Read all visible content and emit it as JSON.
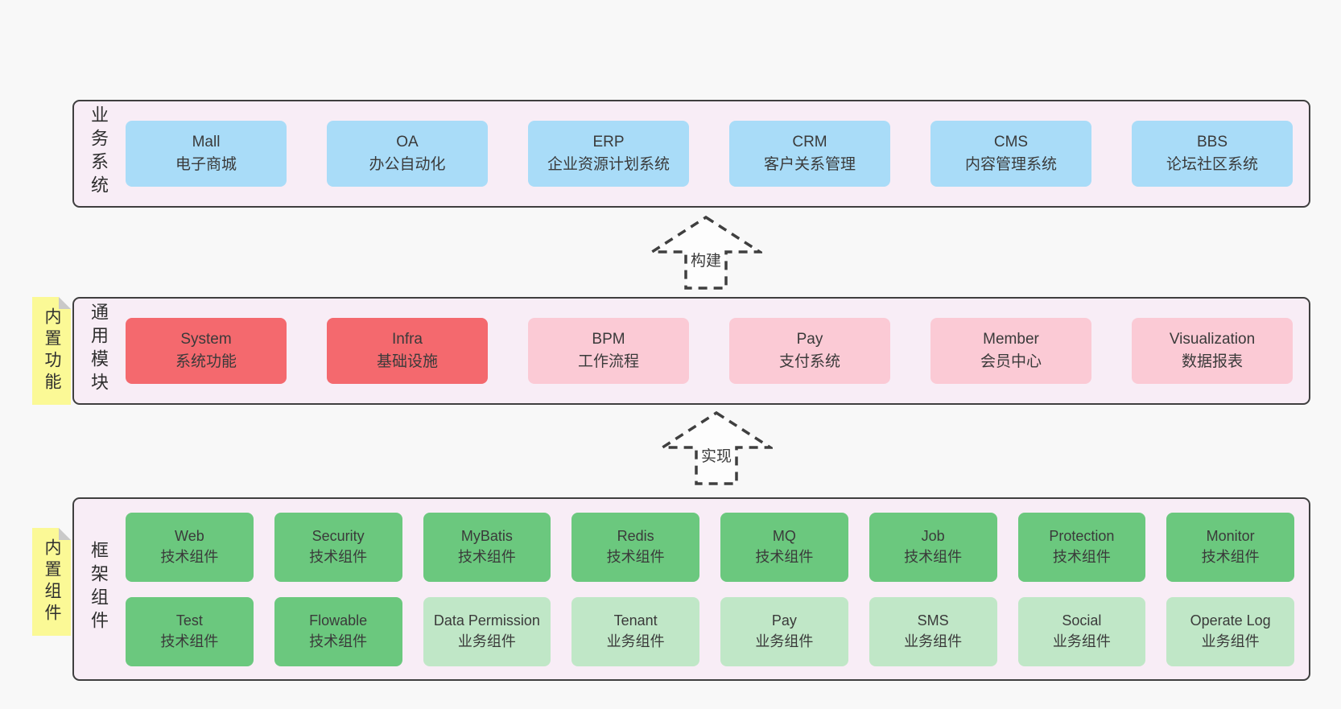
{
  "colors": {
    "page_bg": "#f8f8f8",
    "band_bg": "#f8edf6",
    "band_border": "#3f3f3f",
    "blue": "#a9dcf8",
    "red": "#f4696e",
    "pink": "#fbcad5",
    "green": "#6bc87e",
    "light_green": "#c0e7c7",
    "note_yellow": "#fbf996",
    "note_fold": "#c9c9c9",
    "text": "#3a3a3a"
  },
  "arrows": [
    {
      "label": "构建"
    },
    {
      "label": "实现"
    }
  ],
  "bands": [
    {
      "label": "业务系统",
      "boxes": [
        {
          "title": "Mall",
          "subtitle": "电子商城",
          "variant": "blue"
        },
        {
          "title": "OA",
          "subtitle": "办公自动化",
          "variant": "blue"
        },
        {
          "title": "ERP",
          "subtitle": "企业资源计划系统",
          "variant": "blue"
        },
        {
          "title": "CRM",
          "subtitle": "客户关系管理",
          "variant": "blue"
        },
        {
          "title": "CMS",
          "subtitle": "内容管理系统",
          "variant": "blue"
        },
        {
          "title": "BBS",
          "subtitle": "论坛社区系统",
          "variant": "blue"
        }
      ]
    },
    {
      "label": "通用模块",
      "note": "内置功能",
      "boxes": [
        {
          "title": "System",
          "subtitle": "系统功能",
          "variant": "red"
        },
        {
          "title": "Infra",
          "subtitle": "基础设施",
          "variant": "red"
        },
        {
          "title": "BPM",
          "subtitle": "工作流程",
          "variant": "pink"
        },
        {
          "title": "Pay",
          "subtitle": "支付系统",
          "variant": "pink"
        },
        {
          "title": "Member",
          "subtitle": "会员中心",
          "variant": "pink"
        },
        {
          "title": "Visualization",
          "subtitle": "数据报表",
          "variant": "pink"
        }
      ]
    },
    {
      "label": "框架组件",
      "note": "内置组件",
      "rows": [
        [
          {
            "title": "Web",
            "subtitle": "技术组件",
            "variant": "green"
          },
          {
            "title": "Security",
            "subtitle": "技术组件",
            "variant": "green"
          },
          {
            "title": "MyBatis",
            "subtitle": "技术组件",
            "variant": "green"
          },
          {
            "title": "Redis",
            "subtitle": "技术组件",
            "variant": "green"
          },
          {
            "title": "MQ",
            "subtitle": "技术组件",
            "variant": "green"
          },
          {
            "title": "Job",
            "subtitle": "技术组件",
            "variant": "green"
          },
          {
            "title": "Protection",
            "subtitle": "技术组件",
            "variant": "green"
          },
          {
            "title": "Monitor",
            "subtitle": "技术组件",
            "variant": "green"
          }
        ],
        [
          {
            "title": "Test",
            "subtitle": "技术组件",
            "variant": "green"
          },
          {
            "title": "Flowable",
            "subtitle": "技术组件",
            "variant": "green"
          },
          {
            "title": "Data Permission",
            "subtitle": "业务组件",
            "variant": "light_green"
          },
          {
            "title": "Tenant",
            "subtitle": "业务组件",
            "variant": "light_green"
          },
          {
            "title": "Pay",
            "subtitle": "业务组件",
            "variant": "light_green"
          },
          {
            "title": "SMS",
            "subtitle": "业务组件",
            "variant": "light_green"
          },
          {
            "title": "Social",
            "subtitle": "业务组件",
            "variant": "light_green"
          },
          {
            "title": "Operate Log",
            "subtitle": "业务组件",
            "variant": "light_green"
          }
        ]
      ]
    }
  ]
}
